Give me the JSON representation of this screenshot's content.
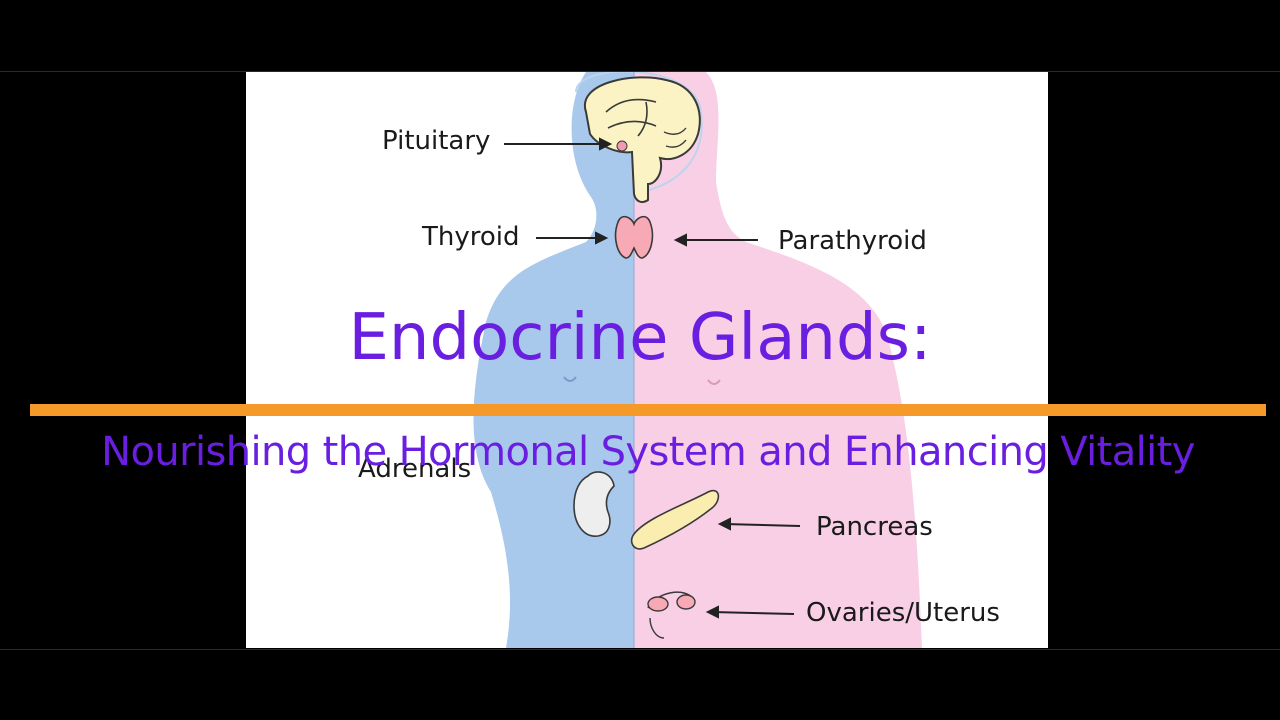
{
  "diagram": {
    "labels": {
      "pituitary": "Pituitary",
      "thyroid": "Thyroid",
      "parathyroid": "Parathyroid",
      "adrenals": "Adrenals",
      "pancreas": "Pancreas",
      "ovaries_uterus": "Ovaries/Uterus"
    },
    "colors": {
      "male_side": "#a8c8ec",
      "female_side": "#f9cfe6",
      "brain": "#fbf3c4",
      "thyroid": "#f7a9b5",
      "pancreas": "#fbedb0"
    },
    "icons": [
      "brain-icon",
      "thyroid-gland-icon",
      "kidney-adrenal-icon",
      "pancreas-icon",
      "ovaries-uterus-icon"
    ]
  },
  "overlay": {
    "title": "Endocrine Glands:",
    "subtitle": "Nourishing the Hormonal System and Enhancing Vitality",
    "title_color": "#6a1fe0",
    "bar_color": "#f59a28"
  }
}
